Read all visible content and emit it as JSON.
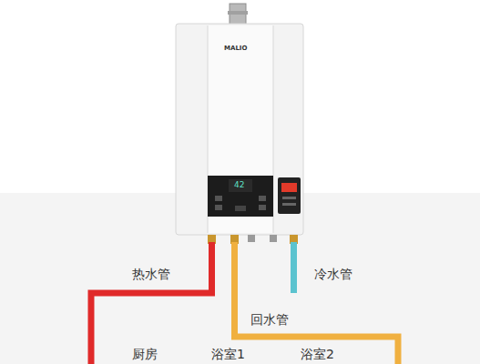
{
  "diagram": {
    "labels": [
      "MALIO",
      "42",
      "热水管",
      "冷水管",
      "回水管",
      "厨房",
      "浴室1",
      "浴室2"
    ]
  }
}
